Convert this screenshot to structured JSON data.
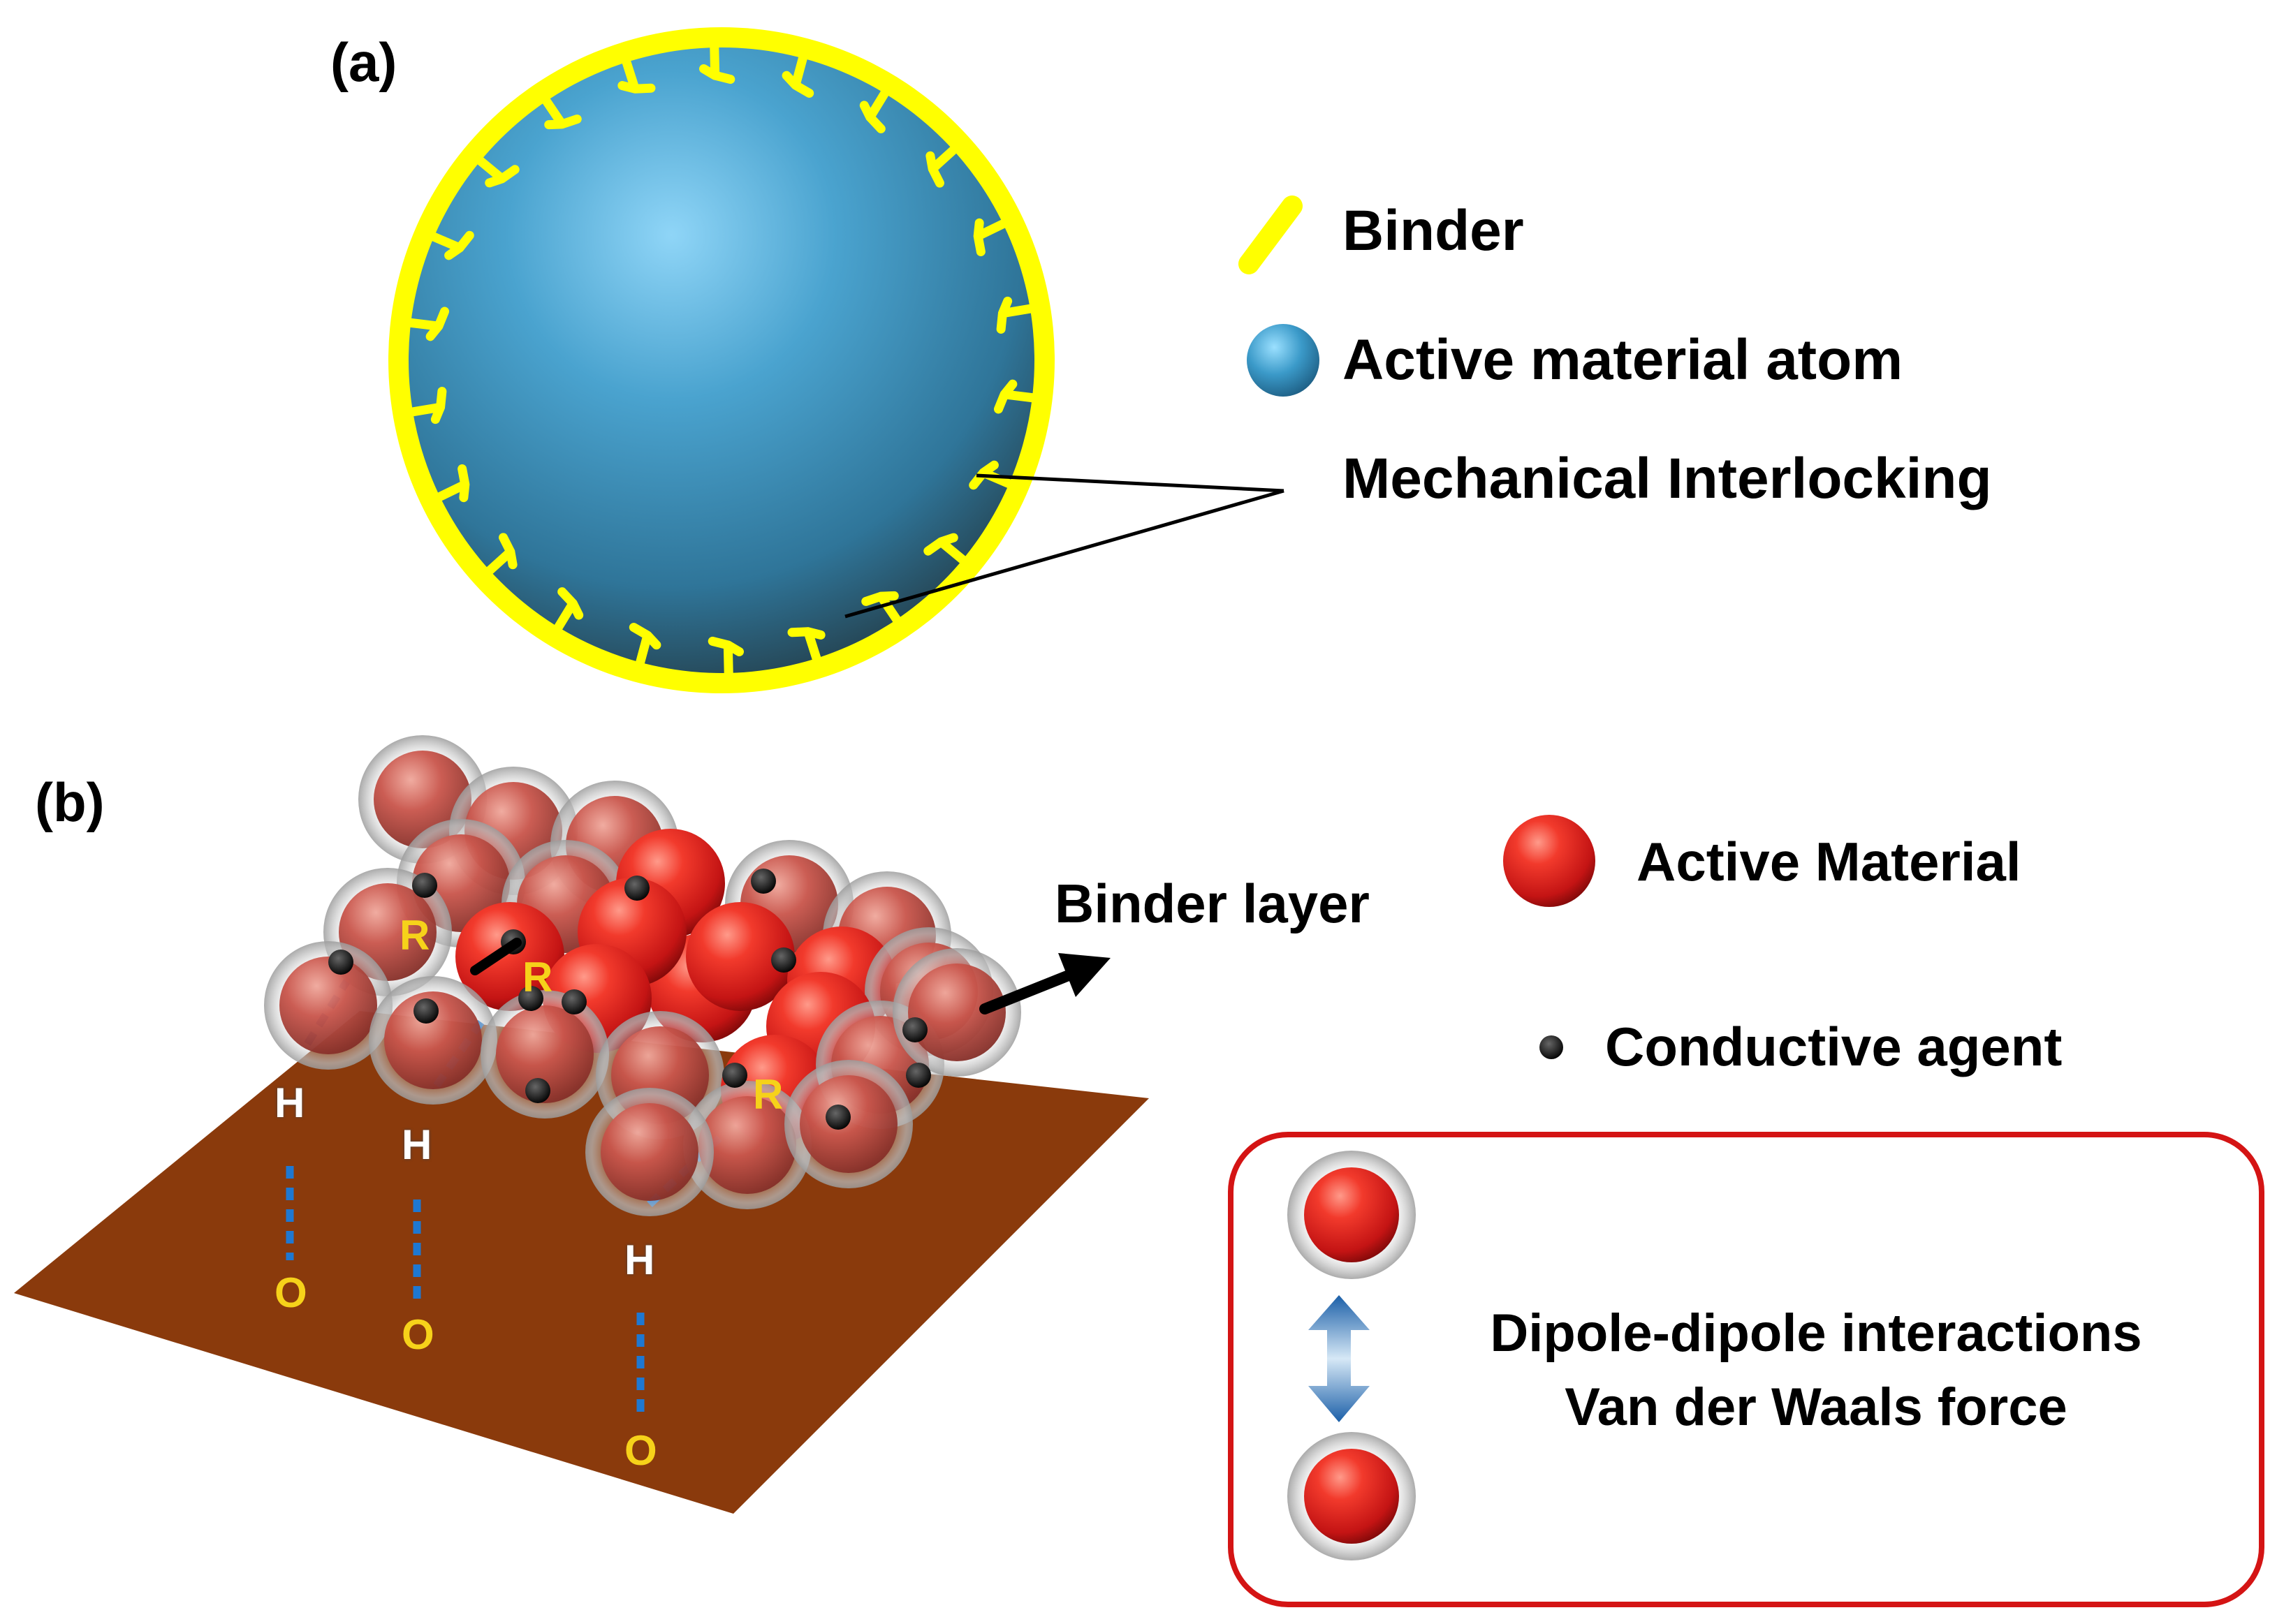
{
  "panel_a": {
    "tag": "(a)",
    "legend": {
      "binder": "Binder",
      "active_atom": "Active material atom",
      "interlocking": "Mechanical Interlocking"
    }
  },
  "panel_b": {
    "tag": "(b)",
    "binder_layer": "Binder layer",
    "legend": {
      "active_material": "Active Material",
      "conductive_agent": "Conductive agent"
    },
    "box": {
      "line1": "Dipole-dipole interactions",
      "line2": "Van der Waals force"
    },
    "r_labels": [
      "R",
      "R",
      "R"
    ],
    "h_labels": [
      "H",
      "H",
      "H"
    ],
    "o_labels": [
      "O",
      "O",
      "O"
    ]
  },
  "colors": {
    "binder_yellow": "#ffff00",
    "sphere_blue": "#3b89b5",
    "particle_red": "#d42020",
    "substrate_brown": "#8a3a0c",
    "box_border": "#d41414",
    "hbond_blue": "#1e78d2"
  }
}
